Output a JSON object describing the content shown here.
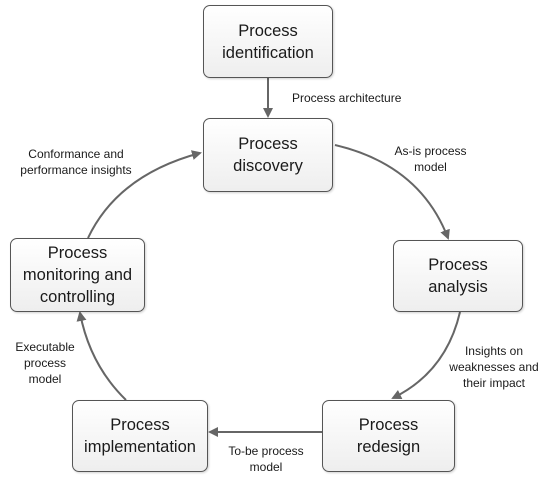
{
  "nodes": {
    "identification": "Process\nidentification",
    "discovery": "Process\ndiscovery",
    "analysis": "Process\nanalysis",
    "redesign": "Process\nredesign",
    "implementation": "Process\nimplementation",
    "monitoring": "Process\nmonitoring and\ncontrolling"
  },
  "edges": {
    "architecture": "Process architecture",
    "as_is": "As-is process\nmodel",
    "insights": "Insights on\nweaknesses and\ntheir impact",
    "to_be": "To-be process\nmodel",
    "executable": "Executable\nprocess\nmodel",
    "conformance": "Conformance and\nperformance insights"
  },
  "colors": {
    "border": "#555555",
    "arrow": "#666666",
    "box_fill_top": "#ffffff",
    "box_fill_bottom": "#eeeeee"
  }
}
